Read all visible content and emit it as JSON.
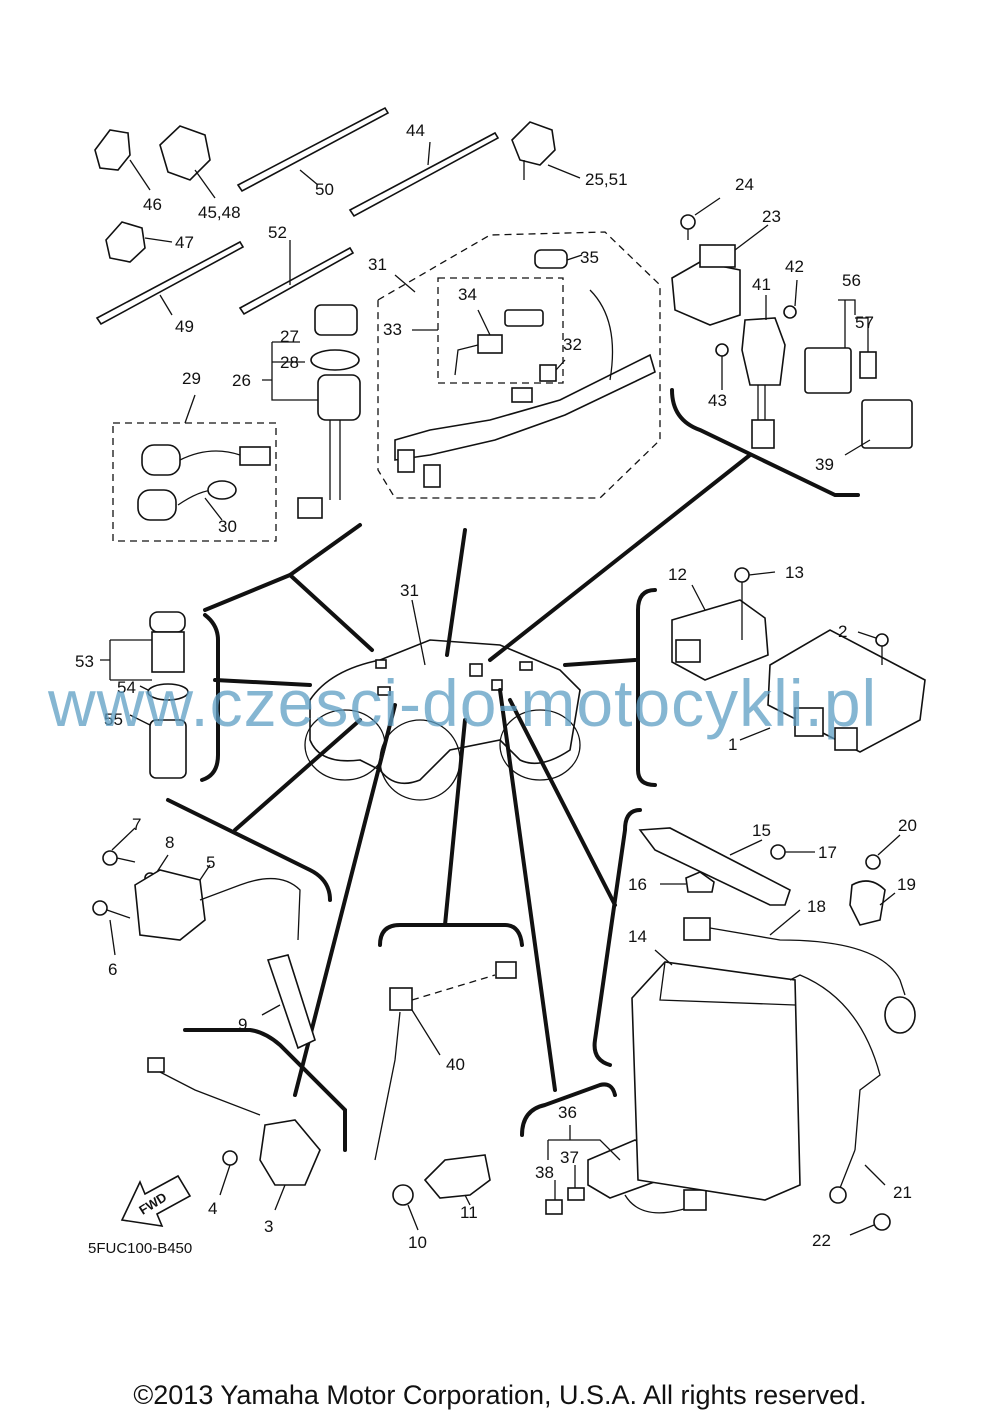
{
  "callouts": [
    {
      "id": "c1",
      "text": "1"
    },
    {
      "id": "c2",
      "text": "2"
    },
    {
      "id": "c3",
      "text": "3"
    },
    {
      "id": "c4",
      "text": "4"
    },
    {
      "id": "c5",
      "text": "5"
    },
    {
      "id": "c6",
      "text": "6"
    },
    {
      "id": "c7",
      "text": "7"
    },
    {
      "id": "c8",
      "text": "8"
    },
    {
      "id": "c9",
      "text": "9"
    },
    {
      "id": "c10",
      "text": "10"
    },
    {
      "id": "c11",
      "text": "11"
    },
    {
      "id": "c12",
      "text": "12"
    },
    {
      "id": "c13",
      "text": "13"
    },
    {
      "id": "c14",
      "text": "14"
    },
    {
      "id": "c15",
      "text": "15"
    },
    {
      "id": "c16",
      "text": "16"
    },
    {
      "id": "c17",
      "text": "17"
    },
    {
      "id": "c18",
      "text": "18"
    },
    {
      "id": "c19",
      "text": "19"
    },
    {
      "id": "c20",
      "text": "20"
    },
    {
      "id": "c21",
      "text": "21"
    },
    {
      "id": "c22",
      "text": "22"
    },
    {
      "id": "c23",
      "text": "23"
    },
    {
      "id": "c24",
      "text": "24"
    },
    {
      "id": "c25_51",
      "text": "25,51"
    },
    {
      "id": "c26",
      "text": "26"
    },
    {
      "id": "c27",
      "text": "27"
    },
    {
      "id": "c28",
      "text": "28"
    },
    {
      "id": "c29",
      "text": "29"
    },
    {
      "id": "c30",
      "text": "30"
    },
    {
      "id": "c31a",
      "text": "31"
    },
    {
      "id": "c31b",
      "text": "31"
    },
    {
      "id": "c32",
      "text": "32"
    },
    {
      "id": "c33",
      "text": "33"
    },
    {
      "id": "c34",
      "text": "34"
    },
    {
      "id": "c35",
      "text": "35"
    },
    {
      "id": "c36",
      "text": "36"
    },
    {
      "id": "c37",
      "text": "37"
    },
    {
      "id": "c38",
      "text": "38"
    },
    {
      "id": "c39",
      "text": "39"
    },
    {
      "id": "c40",
      "text": "40"
    },
    {
      "id": "c41",
      "text": "41"
    },
    {
      "id": "c42",
      "text": "42"
    },
    {
      "id": "c43",
      "text": "43"
    },
    {
      "id": "c44",
      "text": "44"
    },
    {
      "id": "c45_48",
      "text": "45,48"
    },
    {
      "id": "c46",
      "text": "46"
    },
    {
      "id": "c47",
      "text": "47"
    },
    {
      "id": "c49",
      "text": "49"
    },
    {
      "id": "c50",
      "text": "50"
    },
    {
      "id": "c52",
      "text": "52"
    },
    {
      "id": "c53",
      "text": "53"
    },
    {
      "id": "c54",
      "text": "54"
    },
    {
      "id": "c55",
      "text": "55"
    },
    {
      "id": "c56",
      "text": "56"
    },
    {
      "id": "c57",
      "text": "57"
    }
  ],
  "diagram_code": "5FUC100-B450",
  "fwd_label": "FWD",
  "watermark": "www.czesci-do-motocykli.pl",
  "copyright": "©2013 Yamaha Motor Corporation, U.S.A. All rights reserved.",
  "colors": {
    "ink": "#111111",
    "watermark": "#5d9ec4",
    "background": "#ffffff"
  }
}
